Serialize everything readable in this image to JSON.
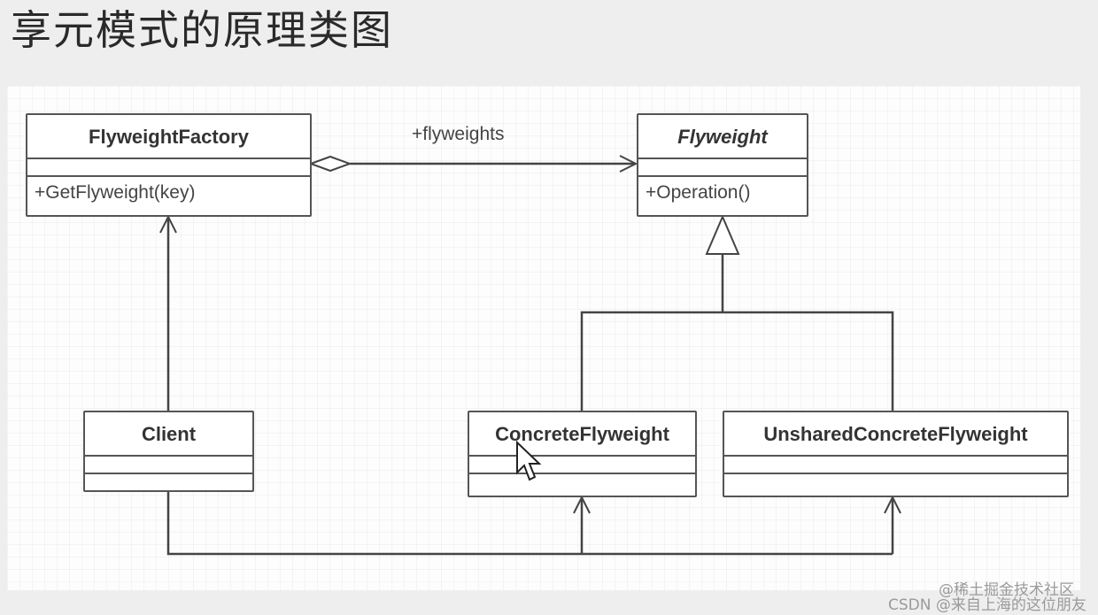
{
  "page": {
    "title": "享元模式的原理类图"
  },
  "diagram": {
    "classes": {
      "flyweight_factory": {
        "name": "FlyweightFactory",
        "operations": [
          "+GetFlyweight(key)"
        ]
      },
      "flyweight": {
        "name": "Flyweight",
        "abstract": true,
        "operations": [
          "+Operation()"
        ]
      },
      "client": {
        "name": "Client",
        "operations": []
      },
      "concrete_flyweight": {
        "name": "ConcreteFlyweight",
        "operations": []
      },
      "unshared_concrete_flyweight": {
        "name": "UnsharedConcreteFlyweight",
        "operations": []
      }
    },
    "relations": [
      {
        "type": "aggregation",
        "from": "FlyweightFactory",
        "to": "Flyweight",
        "label": "+flyweights"
      },
      {
        "type": "generalization",
        "from": "ConcreteFlyweight",
        "to": "Flyweight"
      },
      {
        "type": "generalization",
        "from": "UnsharedConcreteFlyweight",
        "to": "Flyweight"
      },
      {
        "type": "association",
        "from": "Client",
        "to": "FlyweightFactory"
      },
      {
        "type": "association",
        "from": "Client",
        "to": "ConcreteFlyweight"
      },
      {
        "type": "association",
        "from": "Client",
        "to": "UnsharedConcreteFlyweight"
      }
    ],
    "association_label": "+flyweights"
  },
  "watermark": {
    "line1": "@稀土掘金技术社区",
    "line2": "CSDN @来自上海的这位朋友"
  },
  "colors": {
    "line": "#444444",
    "box_border": "#555555",
    "background": "#eeeeee"
  }
}
